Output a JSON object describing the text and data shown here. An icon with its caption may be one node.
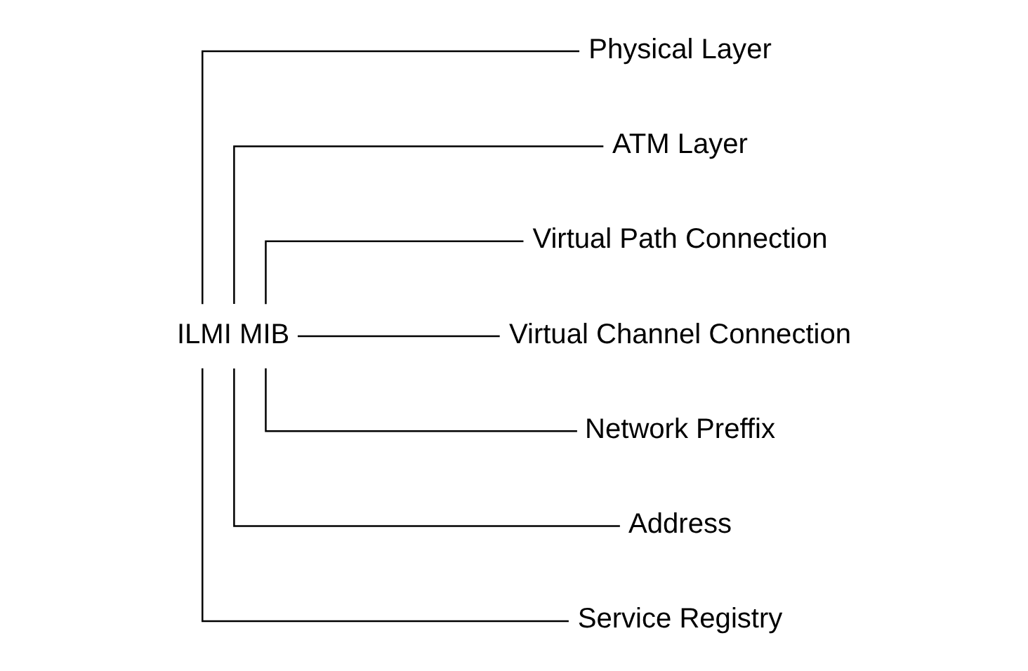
{
  "diagram": {
    "nodes": [
      {
        "text": [
          "ILMI MIB"
        ]
      },
      {
        "text": [
          "Physical Layer"
        ]
      },
      {
        "text": [
          "ATM Layer"
        ]
      },
      {
        "text": [
          "Virtual Path Connection"
        ]
      },
      {
        "text": [
          "Virtual Channel Connection"
        ]
      },
      {
        "text": [
          "Network Preffix"
        ]
      },
      {
        "text": [
          "Address"
        ]
      },
      {
        "text": [
          "Service Registry"
        ]
      }
    ],
    "edges": [
      {
        "from": 0,
        "to": 1,
        "arrow": "none"
      },
      {
        "from": 0,
        "to": 2,
        "arrow": "none"
      },
      {
        "from": 0,
        "to": 3,
        "arrow": "none"
      },
      {
        "from": 0,
        "to": 4,
        "arrow": "none"
      },
      {
        "from": 0,
        "to": 5,
        "arrow": "none"
      },
      {
        "from": 0,
        "to": 6,
        "arrow": "none"
      },
      {
        "from": 0,
        "to": 7,
        "arrow": "none"
      }
    ]
  }
}
